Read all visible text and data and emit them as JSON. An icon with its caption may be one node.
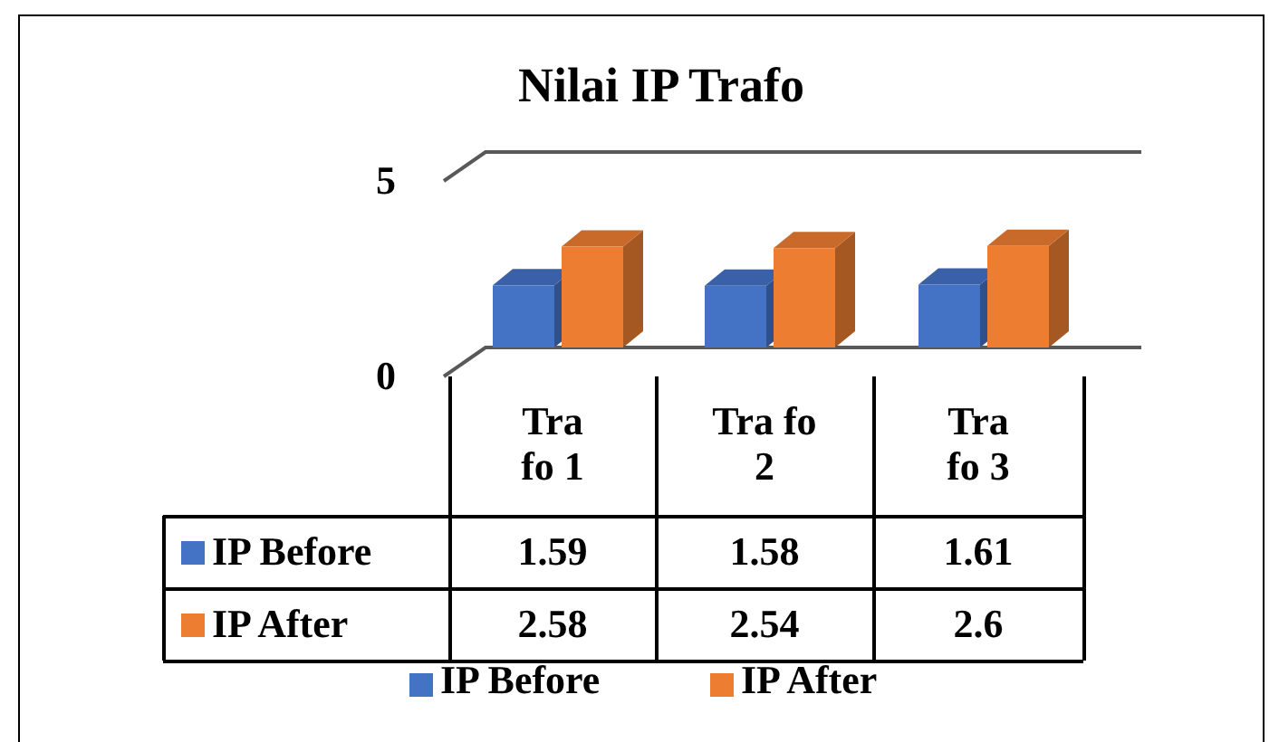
{
  "diagram": {
    "chart_data": {
      "type": "bar",
      "title": "Nilai IP Trafo",
      "categories": [
        "Tra fo 1",
        "Tra fo 2",
        "Tra fo 3"
      ],
      "ylim": [
        0,
        5
      ],
      "yticks": [
        0,
        5
      ],
      "series": [
        {
          "name": "IP Before",
          "color": "#4472c4",
          "values": [
            1.59,
            1.58,
            1.61
          ]
        },
        {
          "name": "IP After",
          "color": "#ed7d31",
          "values": [
            2.58,
            2.54,
            2.6
          ]
        }
      ],
      "data_labels": true,
      "legend": "bottom"
    },
    "legend": [
      {
        "text": "IP Before",
        "color": "#4472c4"
      },
      {
        "text": "IP After",
        "color": "#ed7d31"
      }
    ]
  }
}
